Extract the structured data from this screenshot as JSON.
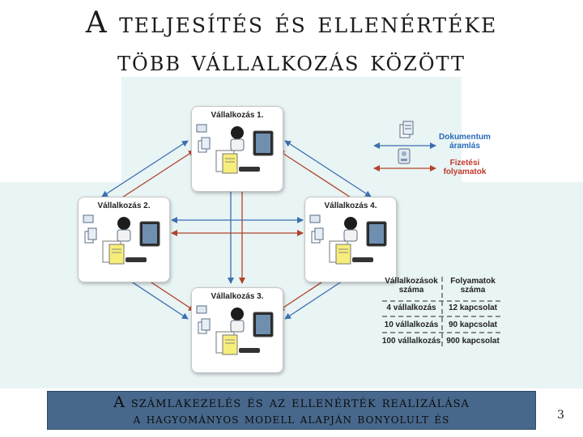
{
  "title": {
    "line1": "A teljesítés és ellenértéke",
    "line2": "több vállalkozás között"
  },
  "nodes": [
    {
      "label": "Vállalkozás 1."
    },
    {
      "label": "Vállalkozás 2."
    },
    {
      "label": "Vállalkozás 4."
    },
    {
      "label": "Vállalkozás 3."
    }
  ],
  "legend": {
    "document": {
      "line1": "Dokumentum",
      "line2": "áramlás"
    },
    "payment": {
      "line1": "Fizetési",
      "line2": "folyamatok"
    }
  },
  "table": {
    "headers": [
      {
        "line1": "Vállalkozások",
        "line2": "száma"
      },
      {
        "line1": "Folyamatok",
        "line2": "száma"
      }
    ],
    "rows": [
      [
        "4 vállalkozás",
        "12 kapcsolat"
      ],
      [
        "10 vállalkozás",
        "90 kapcsolat"
      ],
      [
        "100 vállalkozás",
        "900 kapcsolat"
      ]
    ]
  },
  "caption": {
    "line1": "A számlakezelés és az ellenérték realizálása",
    "line2": "a hagyományos modell alapján bonyolult és"
  },
  "page_number": "3",
  "colors": {
    "document_flow": "#3b6fb0",
    "payment_flow": "#b0442c",
    "caption_bg": "#47688c",
    "legend_document": "#2a6ab8",
    "legend_payment": "#c0392b"
  }
}
